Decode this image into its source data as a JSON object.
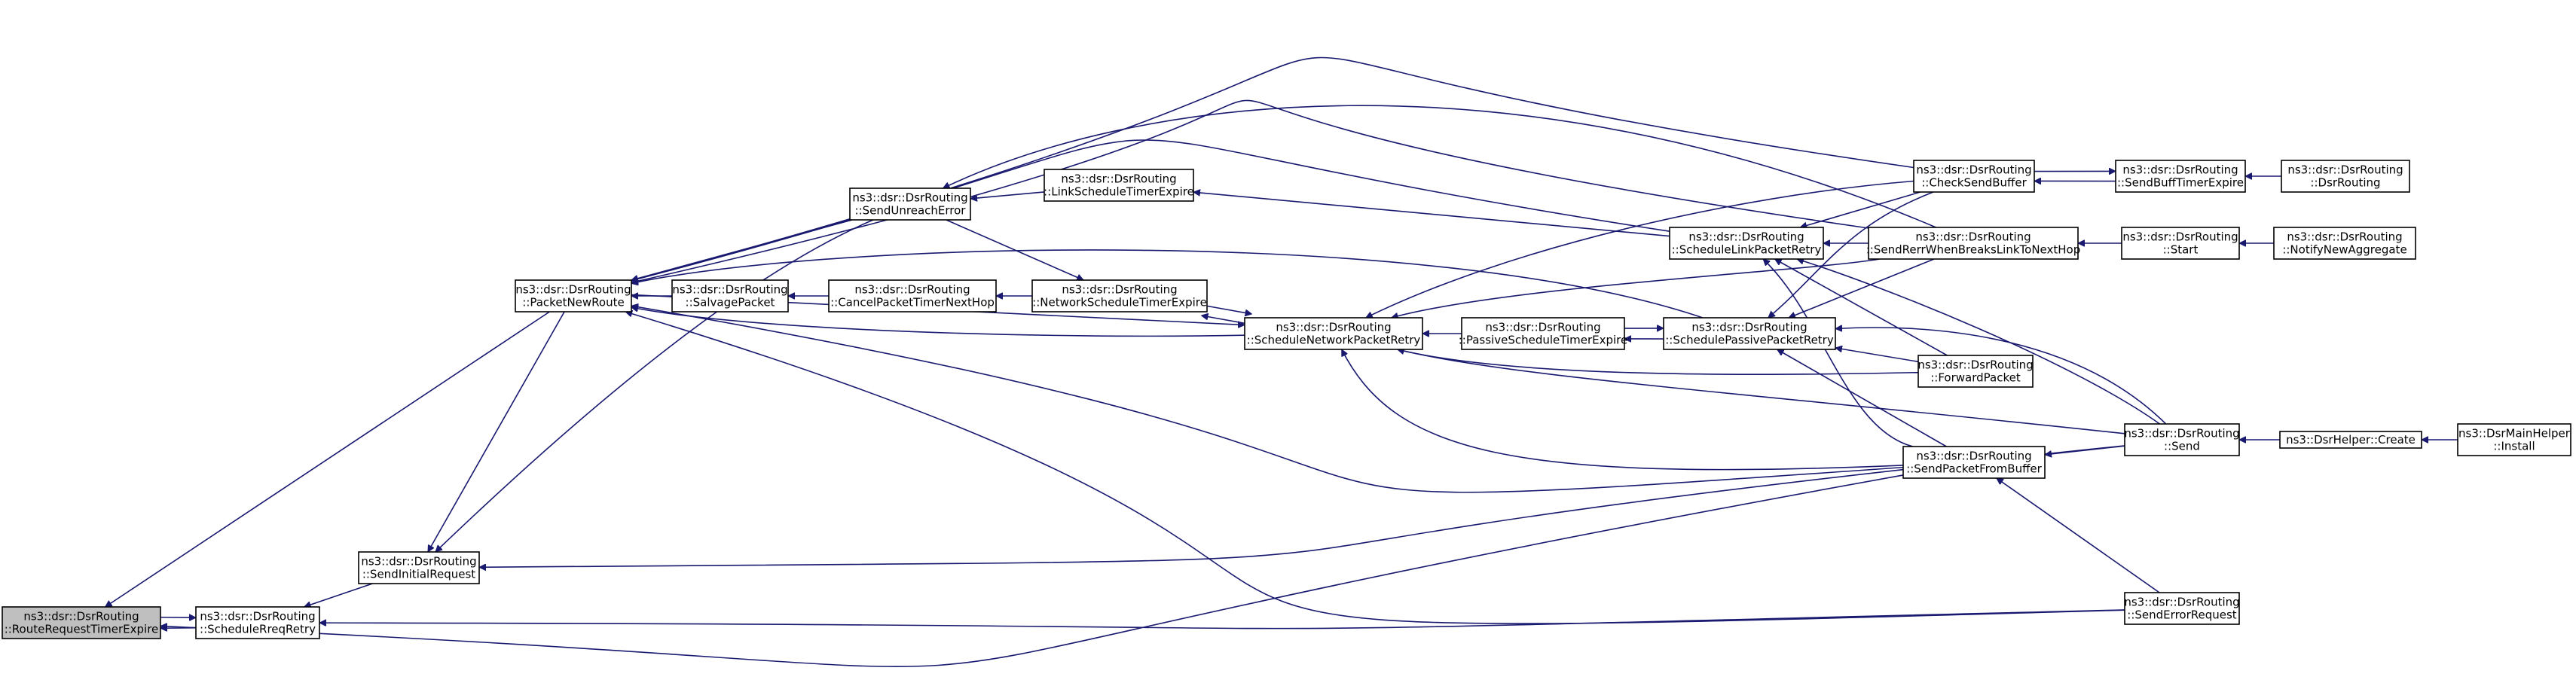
{
  "diagram": {
    "kind": "call-graph",
    "colors": {
      "edge": "#191970",
      "root_fill": "#bfbfbf",
      "node_fill": "#ffffff",
      "node_border": "#000000"
    },
    "nodes": [
      {
        "id": "RouteRequestTimerExpire",
        "lines": [
          "ns3::dsr::DsrRouting",
          "::RouteRequestTimerExpire"
        ],
        "root": true
      },
      {
        "id": "ScheduleRreqRetry",
        "lines": [
          "ns3::dsr::DsrRouting",
          "::ScheduleRreqRetry"
        ]
      },
      {
        "id": "SendInitialRequest",
        "lines": [
          "ns3::dsr::DsrRouting",
          "::SendInitialRequest"
        ]
      },
      {
        "id": "PacketNewRoute",
        "lines": [
          "ns3::dsr::DsrRouting",
          "::PacketNewRoute"
        ]
      },
      {
        "id": "SalvagePacket",
        "lines": [
          "ns3::dsr::DsrRouting",
          "::SalvagePacket"
        ]
      },
      {
        "id": "SendUnreachError",
        "lines": [
          "ns3::dsr::DsrRouting",
          "::SendUnreachError"
        ]
      },
      {
        "id": "CancelPacketTimerNextHop",
        "lines": [
          "ns3::dsr::DsrRouting",
          "::CancelPacketTimerNextHop"
        ]
      },
      {
        "id": "LinkScheduleTimerExpire",
        "lines": [
          "ns3::dsr::DsrRouting",
          "::LinkScheduleTimerExpire"
        ]
      },
      {
        "id": "NetworkScheduleTimerExpire",
        "lines": [
          "ns3::dsr::DsrRouting",
          "::NetworkScheduleTimerExpire"
        ]
      },
      {
        "id": "ScheduleNetworkPacketRetry",
        "lines": [
          "ns3::dsr::DsrRouting",
          "::ScheduleNetworkPacketRetry"
        ]
      },
      {
        "id": "PassiveScheduleTimerExpire",
        "lines": [
          "ns3::dsr::DsrRouting",
          "::PassiveScheduleTimerExpire"
        ]
      },
      {
        "id": "ScheduleLinkPacketRetry",
        "lines": [
          "ns3::dsr::DsrRouting",
          "::ScheduleLinkPacketRetry"
        ]
      },
      {
        "id": "SchedulePassivePacketRetry",
        "lines": [
          "ns3::dsr::DsrRouting",
          "::SchedulePassivePacketRetry"
        ]
      },
      {
        "id": "CheckSendBuffer",
        "lines": [
          "ns3::dsr::DsrRouting",
          "::CheckSendBuffer"
        ]
      },
      {
        "id": "SendRerrWhenBreaksLinkToNextHop",
        "lines": [
          "ns3::dsr::DsrRouting",
          "::SendRerrWhenBreaksLinkToNextHop"
        ]
      },
      {
        "id": "ForwardPacket",
        "lines": [
          "ns3::dsr::DsrRouting",
          "::ForwardPacket"
        ]
      },
      {
        "id": "SendPacketFromBuffer",
        "lines": [
          "ns3::dsr::DsrRouting",
          "::SendPacketFromBuffer"
        ]
      },
      {
        "id": "SendBuffTimerExpire",
        "lines": [
          "ns3::dsr::DsrRouting",
          "::SendBuffTimerExpire"
        ]
      },
      {
        "id": "DsrRoutingCtor",
        "lines": [
          "ns3::dsr::DsrRouting",
          "::DsrRouting"
        ]
      },
      {
        "id": "Start",
        "lines": [
          "ns3::dsr::DsrRouting",
          "::Start"
        ]
      },
      {
        "id": "NotifyNewAggregate",
        "lines": [
          "ns3::dsr::DsrRouting",
          "::NotifyNewAggregate"
        ]
      },
      {
        "id": "Send",
        "lines": [
          "ns3::dsr::DsrRouting",
          "::Send"
        ]
      },
      {
        "id": "SendErrorRequest",
        "lines": [
          "ns3::dsr::DsrRouting",
          "::SendErrorRequest"
        ]
      },
      {
        "id": "DsrHelperCreate",
        "lines": [
          "ns3::DsrHelper::Create"
        ]
      },
      {
        "id": "DsrMainHelperInstall",
        "lines": [
          "ns3::DsrMainHelper",
          "::Install"
        ]
      }
    ],
    "edges": [
      {
        "from": "ScheduleRreqRetry",
        "to": "RouteRequestTimerExpire"
      },
      {
        "from": "RouteRequestTimerExpire",
        "to": "ScheduleRreqRetry"
      },
      {
        "from": "PacketNewRoute",
        "to": "RouteRequestTimerExpire"
      },
      {
        "from": "SendPacketFromBuffer",
        "to": "RouteRequestTimerExpire"
      },
      {
        "from": "SendInitialRequest",
        "to": "ScheduleRreqRetry"
      },
      {
        "from": "SendErrorRequest",
        "to": "ScheduleRreqRetry"
      },
      {
        "from": "PacketNewRoute",
        "to": "SendInitialRequest"
      },
      {
        "from": "SendUnreachError",
        "to": "SendInitialRequest"
      },
      {
        "from": "Send",
        "to": "SendInitialRequest"
      },
      {
        "from": "SalvagePacket",
        "to": "PacketNewRoute"
      },
      {
        "from": "SendUnreachError",
        "to": "PacketNewRoute"
      },
      {
        "from": "ScheduleNetworkPacketRetry",
        "to": "PacketNewRoute"
      },
      {
        "from": "ScheduleLinkPacketRetry",
        "to": "PacketNewRoute"
      },
      {
        "from": "SchedulePassivePacketRetry",
        "to": "PacketNewRoute"
      },
      {
        "from": "CheckSendBuffer",
        "to": "PacketNewRoute"
      },
      {
        "from": "SendRerrWhenBreaksLinkToNextHop",
        "to": "PacketNewRoute"
      },
      {
        "from": "SendPacketFromBuffer",
        "to": "PacketNewRoute"
      },
      {
        "from": "SendErrorRequest",
        "to": "PacketNewRoute"
      },
      {
        "from": "CancelPacketTimerNextHop",
        "to": "SalvagePacket"
      },
      {
        "from": "LinkScheduleTimerExpire",
        "to": "SendUnreachError"
      },
      {
        "from": "SendRerrWhenBreaksLinkToNextHop",
        "to": "SendUnreachError"
      },
      {
        "from": "NetworkScheduleTimerExpire",
        "to": "CancelPacketTimerNextHop"
      },
      {
        "from": "ScheduleLinkPacketRetry",
        "to": "LinkScheduleTimerExpire"
      },
      {
        "from": "SendUnreachError",
        "to": "NetworkScheduleTimerExpire"
      },
      {
        "from": "ScheduleNetworkPacketRetry",
        "to": "NetworkScheduleTimerExpire"
      },
      {
        "from": "PacketNewRoute",
        "to": "ScheduleNetworkPacketRetry"
      },
      {
        "from": "NetworkScheduleTimerExpire",
        "to": "ScheduleNetworkPacketRetry"
      },
      {
        "from": "PassiveScheduleTimerExpire",
        "to": "ScheduleNetworkPacketRetry"
      },
      {
        "from": "SendRerrWhenBreaksLinkToNextHop",
        "to": "ScheduleNetworkPacketRetry"
      },
      {
        "from": "CheckSendBuffer",
        "to": "ScheduleNetworkPacketRetry"
      },
      {
        "from": "ForwardPacket",
        "to": "ScheduleNetworkPacketRetry"
      },
      {
        "from": "SendPacketFromBuffer",
        "to": "ScheduleNetworkPacketRetry"
      },
      {
        "from": "Send",
        "to": "ScheduleNetworkPacketRetry"
      },
      {
        "from": "SchedulePassivePacketRetry",
        "to": "PassiveScheduleTimerExpire"
      },
      {
        "from": "PassiveScheduleTimerExpire",
        "to": "SchedulePassivePacketRetry"
      },
      {
        "from": "CheckSendBuffer",
        "to": "ScheduleLinkPacketRetry"
      },
      {
        "from": "SendRerrWhenBreaksLinkToNextHop",
        "to": "ScheduleLinkPacketRetry"
      },
      {
        "from": "ForwardPacket",
        "to": "ScheduleLinkPacketRetry"
      },
      {
        "from": "SendPacketFromBuffer",
        "to": "ScheduleLinkPacketRetry"
      },
      {
        "from": "Send",
        "to": "ScheduleLinkPacketRetry"
      },
      {
        "from": "CheckSendBuffer",
        "to": "SchedulePassivePacketRetry"
      },
      {
        "from": "SendRerrWhenBreaksLinkToNextHop",
        "to": "SchedulePassivePacketRetry"
      },
      {
        "from": "ForwardPacket",
        "to": "SchedulePassivePacketRetry"
      },
      {
        "from": "SendPacketFromBuffer",
        "to": "SchedulePassivePacketRetry"
      },
      {
        "from": "Send",
        "to": "SchedulePassivePacketRetry"
      },
      {
        "from": "SendBuffTimerExpire",
        "to": "CheckSendBuffer"
      },
      {
        "from": "CheckSendBuffer",
        "to": "SendBuffTimerExpire"
      },
      {
        "from": "DsrRoutingCtor",
        "to": "SendBuffTimerExpire"
      },
      {
        "from": "Start",
        "to": "SendRerrWhenBreaksLinkToNextHop"
      },
      {
        "from": "NotifyNewAggregate",
        "to": "Start"
      },
      {
        "from": "Send",
        "to": "SendPacketFromBuffer"
      },
      {
        "from": "SendErrorRequest",
        "to": "SendPacketFromBuffer"
      },
      {
        "from": "DsrHelperCreate",
        "to": "Send"
      },
      {
        "from": "DsrMainHelperInstall",
        "to": "DsrHelperCreate"
      }
    ]
  }
}
